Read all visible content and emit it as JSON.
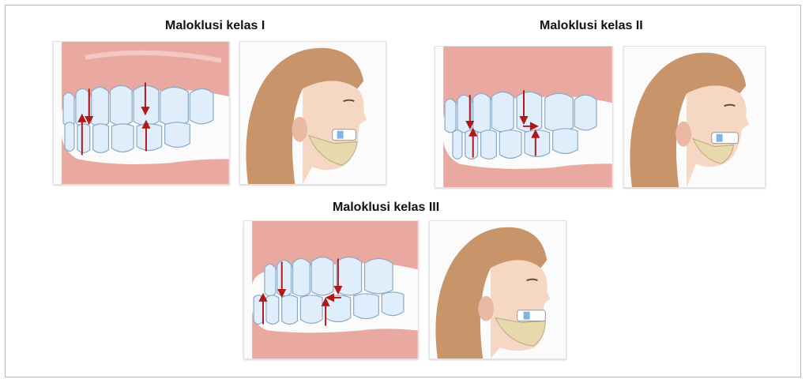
{
  "figure": {
    "groups": [
      {
        "id": "class-1",
        "title": "Maloklusi kelas I"
      },
      {
        "id": "class-2",
        "title": "Maloklusi kelas II"
      },
      {
        "id": "class-3",
        "title": "Maloklusi kelas III"
      }
    ]
  },
  "colors": {
    "gum": "#e9a9a1",
    "gum_light": "#f3c8c2",
    "tooth": "#dfeefa",
    "tooth_stroke": "#8aa9c4",
    "arrow": "#b01919",
    "skin": "#f6d7c3",
    "hair": "#c8946a",
    "jaw_bone": "#e7d9ad",
    "highlight_tooth": "#7fb4e8"
  }
}
